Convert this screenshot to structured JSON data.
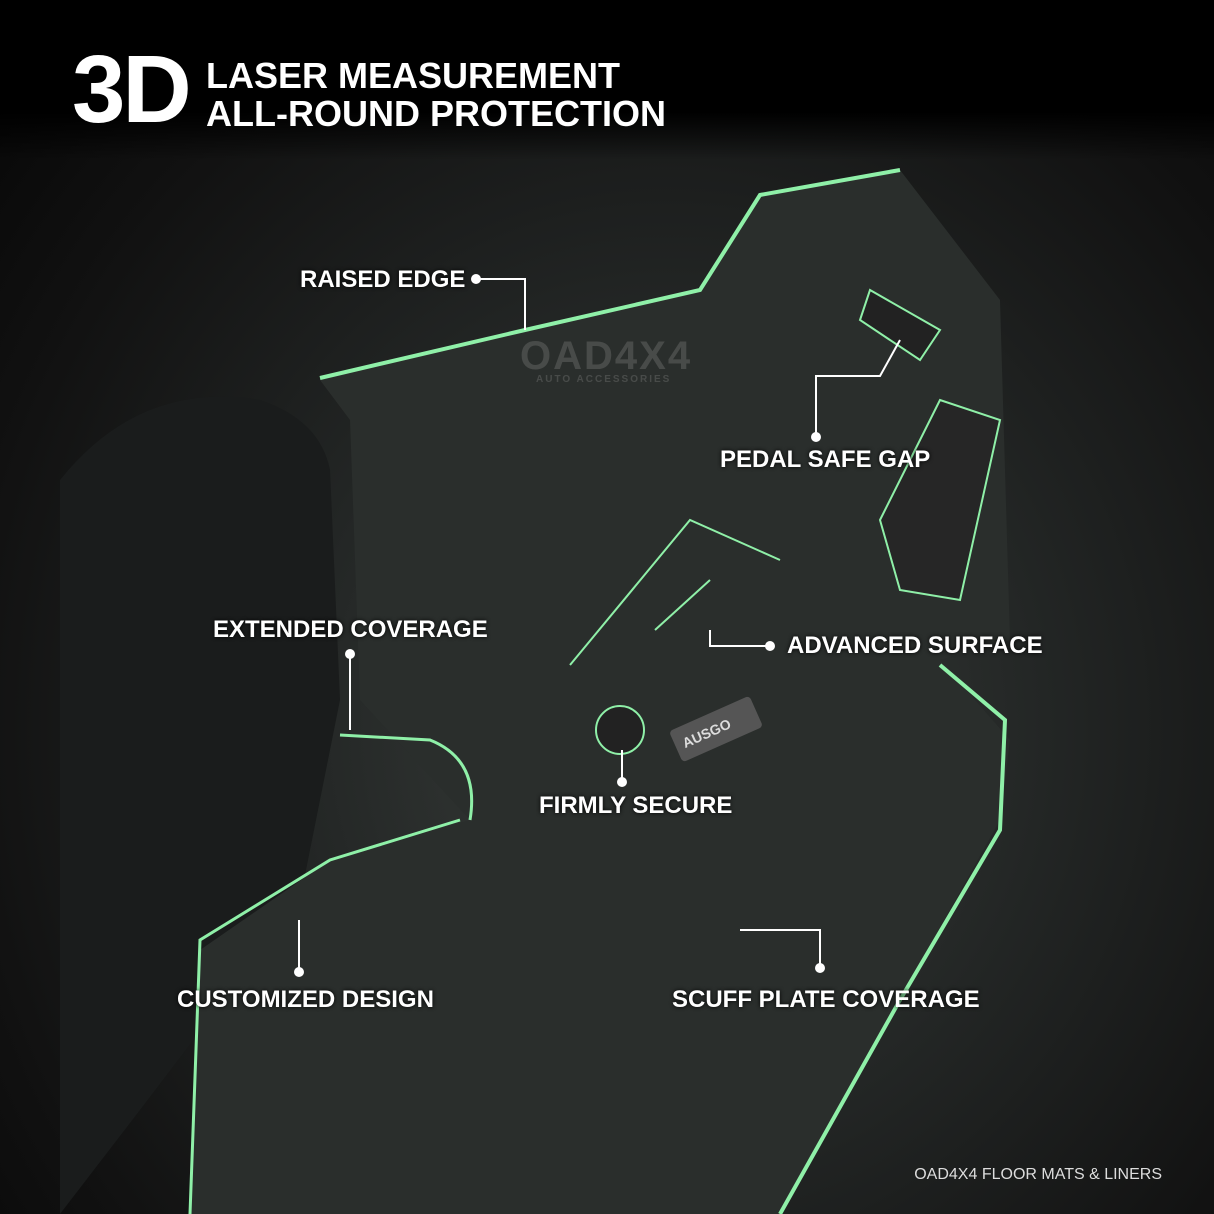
{
  "header": {
    "big": "3D",
    "line1": "LASER MEASUREMENT",
    "line2": "ALL-ROUND PROTECTION"
  },
  "labels": {
    "raised_edge": "RAISED EDGE",
    "pedal_safe_gap": "PEDAL SAFE GAP",
    "extended_coverage": "EXTENDED COVERAGE",
    "advanced_surface": "ADVANCED SURFACE",
    "firmly_secure": "FIRMLY SECURE",
    "customized_design": "CUSTOMIZED DESIGN",
    "scuff_plate_coverage": "SCUFF PLATE COVERAGE"
  },
  "watermark": {
    "brand": "OAD4X4",
    "tagline": "AUTO ACCESSORIES"
  },
  "badge": "AUSGO",
  "footer": "OAD4X4 FLOOR MATS & LINERS",
  "colors": {
    "accent": "#7de39a",
    "background": "#000000"
  }
}
